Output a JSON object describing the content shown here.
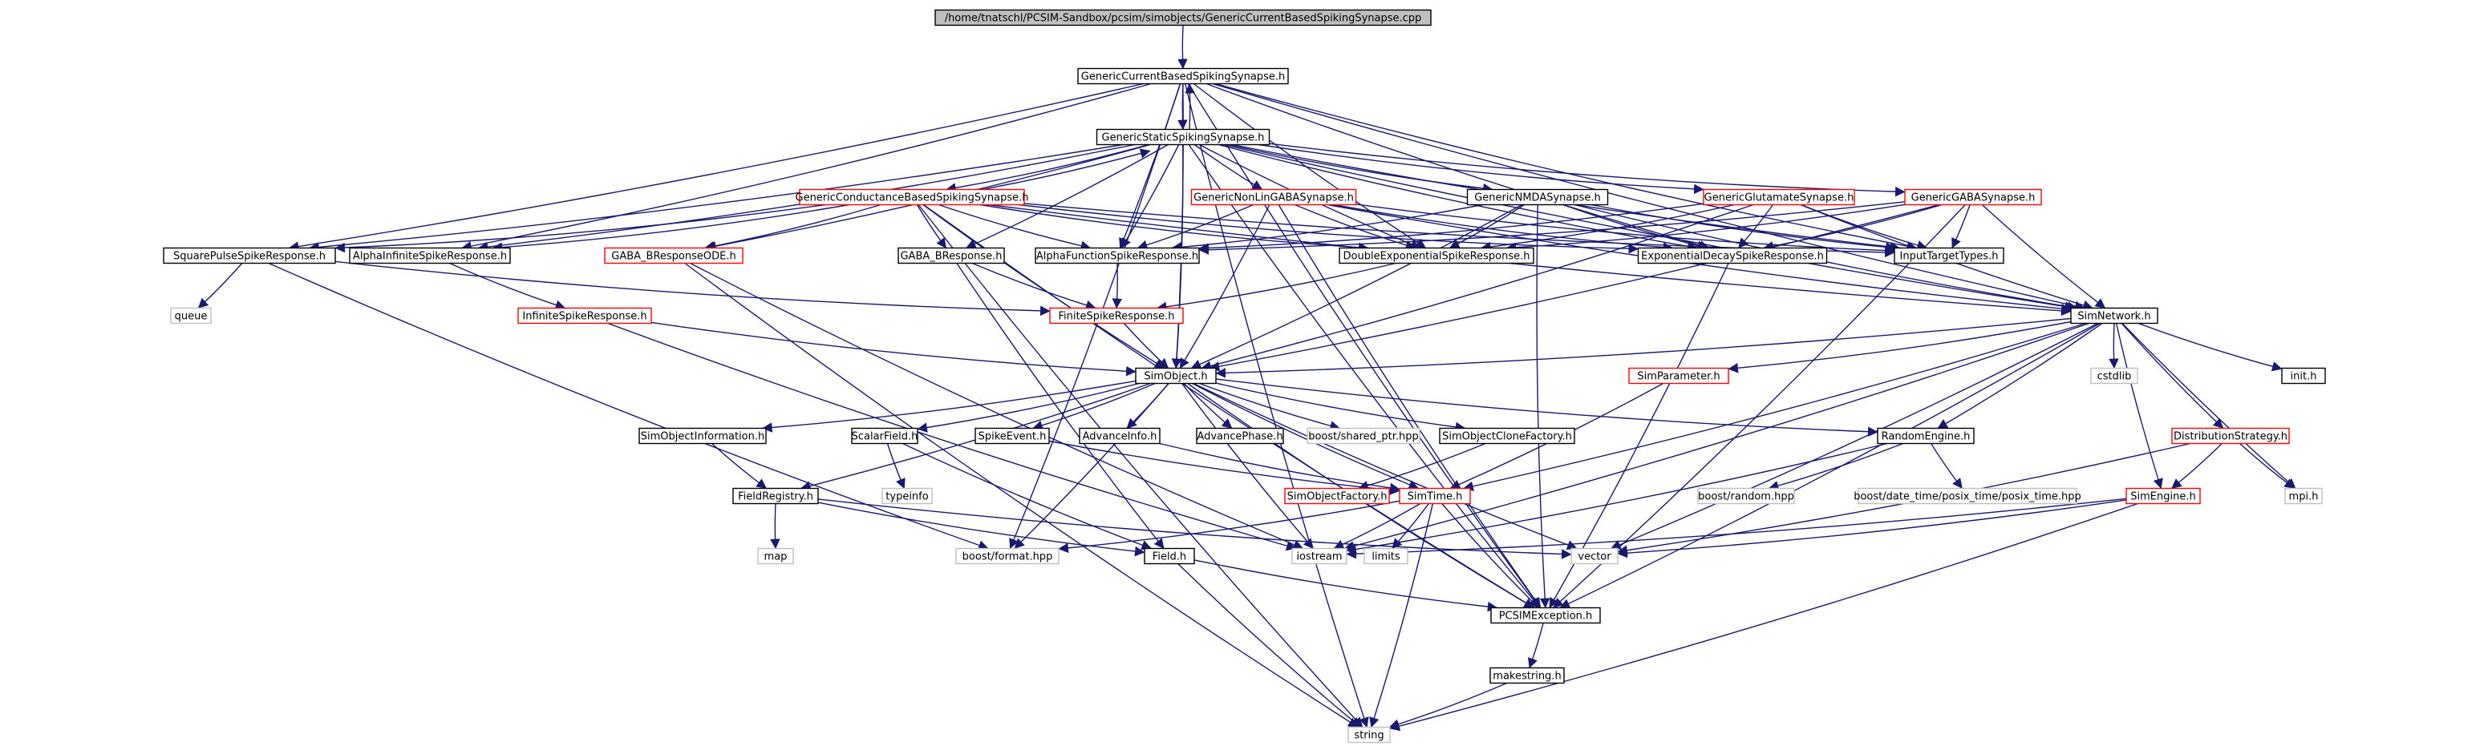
{
  "colors": {
    "edge": "#191970",
    "border_default": "#000000",
    "border_incomplete": "#ff0000",
    "border_system": "#bfbfbf",
    "root_fill": "#bfbfbf",
    "fill": "#ffffff"
  },
  "nodes": [
    {
      "id": "root",
      "label": "/home/tnatschl/PCSIM-Sandbox/pcsim/simobjects/GenericCurrentBasedSpikingSynapse.cpp",
      "style": "root"
    },
    {
      "id": "gcbss",
      "label": "GenericCurrentBasedSpikingSynapse.h",
      "style": "default"
    },
    {
      "id": "gsss",
      "label": "GenericStaticSpikingSynapse.h",
      "style": "default"
    },
    {
      "id": "gconduct",
      "label": "GenericConductanceBasedSpikingSynapse.h",
      "style": "incomplete"
    },
    {
      "id": "gnonlin",
      "label": "GenericNonLinGABASynapse.h",
      "style": "incomplete"
    },
    {
      "id": "gnmda",
      "label": "GenericNMDASynapse.h",
      "style": "default"
    },
    {
      "id": "gglut",
      "label": "GenericGlutamateSynapse.h",
      "style": "incomplete"
    },
    {
      "id": "ggaba",
      "label": "GenericGABASynapse.h",
      "style": "incomplete"
    },
    {
      "id": "square",
      "label": "SquarePulseSpikeResponse.h",
      "style": "default"
    },
    {
      "id": "alphainf",
      "label": "AlphaInfiniteSpikeResponse.h",
      "style": "default"
    },
    {
      "id": "gabaode",
      "label": "GABA_BResponseODE.h",
      "style": "incomplete"
    },
    {
      "id": "gabab",
      "label": "GABA_BResponse.h",
      "style": "default"
    },
    {
      "id": "alphafn",
      "label": "AlphaFunctionSpikeResponse.h",
      "style": "default"
    },
    {
      "id": "dblexp",
      "label": "DoubleExponentialSpikeResponse.h",
      "style": "default"
    },
    {
      "id": "expdec",
      "label": "ExponentialDecaySpikeResponse.h",
      "style": "default"
    },
    {
      "id": "inputtt",
      "label": "InputTargetTypes.h",
      "style": "default"
    },
    {
      "id": "queue",
      "label": "queue",
      "style": "system"
    },
    {
      "id": "infinite",
      "label": "InfiniteSpikeResponse.h",
      "style": "incomplete"
    },
    {
      "id": "finite",
      "label": "FiniteSpikeResponse.h",
      "style": "incomplete"
    },
    {
      "id": "simnetwork",
      "label": "SimNetwork.h",
      "style": "default"
    },
    {
      "id": "simobject",
      "label": "SimObject.h",
      "style": "default"
    },
    {
      "id": "simparam",
      "label": "SimParameter.h",
      "style": "incomplete"
    },
    {
      "id": "cstdlib",
      "label": "cstdlib",
      "style": "system"
    },
    {
      "id": "init",
      "label": "init.h",
      "style": "default"
    },
    {
      "id": "simobjinfo",
      "label": "SimObjectInformation.h",
      "style": "default"
    },
    {
      "id": "scalarfield",
      "label": "ScalarField.h",
      "style": "default"
    },
    {
      "id": "spikeevent",
      "label": "SpikeEvent.h",
      "style": "default"
    },
    {
      "id": "advinfo",
      "label": "AdvanceInfo.h",
      "style": "default"
    },
    {
      "id": "advphase",
      "label": "AdvancePhase.h",
      "style": "default"
    },
    {
      "id": "sharedptr",
      "label": "boost/shared_ptr.hpp",
      "style": "system"
    },
    {
      "id": "clonefactory",
      "label": "SimObjectCloneFactory.h",
      "style": "default"
    },
    {
      "id": "randengine",
      "label": "RandomEngine.h",
      "style": "default"
    },
    {
      "id": "diststrat",
      "label": "DistributionStrategy.h",
      "style": "incomplete"
    },
    {
      "id": "typeinfo",
      "label": "typeinfo",
      "style": "system"
    },
    {
      "id": "fieldreg",
      "label": "FieldRegistry.h",
      "style": "default"
    },
    {
      "id": "simobjfactory",
      "label": "SimObjectFactory.h",
      "style": "incomplete"
    },
    {
      "id": "simtime",
      "label": "SimTime.h",
      "style": "incomplete"
    },
    {
      "id": "boostrandom",
      "label": "boost/random.hpp",
      "style": "system"
    },
    {
      "id": "posixtime",
      "label": "boost/date_time/posix_time/posix_time.hpp",
      "style": "system"
    },
    {
      "id": "simengine",
      "label": "SimEngine.h",
      "style": "incomplete"
    },
    {
      "id": "mpi",
      "label": "mpi.h",
      "style": "system"
    },
    {
      "id": "map",
      "label": "map",
      "style": "system"
    },
    {
      "id": "boostformat",
      "label": "boost/format.hpp",
      "style": "system"
    },
    {
      "id": "field",
      "label": "Field.h",
      "style": "default"
    },
    {
      "id": "iostream",
      "label": "iostream",
      "style": "system"
    },
    {
      "id": "limits",
      "label": "limits",
      "style": "system"
    },
    {
      "id": "vector",
      "label": "vector",
      "style": "system"
    },
    {
      "id": "pcsimexc",
      "label": "PCSIMException.h",
      "style": "default"
    },
    {
      "id": "makestring",
      "label": "makestring.h",
      "style": "default"
    },
    {
      "id": "string",
      "label": "string",
      "style": "system"
    }
  ],
  "edges": [
    [
      "root",
      "gcbss"
    ],
    [
      "gcbss",
      "gsss"
    ],
    [
      "gsss",
      "gcbss"
    ],
    [
      "gcbss",
      "square"
    ],
    [
      "gcbss",
      "alphainf"
    ],
    [
      "gcbss",
      "alphafn"
    ],
    [
      "gcbss",
      "dblexp"
    ],
    [
      "gcbss",
      "expdec"
    ],
    [
      "gcbss",
      "inputtt"
    ],
    [
      "gcbss",
      "simnetwork"
    ],
    [
      "gcbss",
      "simobject"
    ],
    [
      "gcbss",
      "pcsimexc"
    ],
    [
      "gcbss",
      "string"
    ],
    [
      "gcbss",
      "boostformat"
    ],
    [
      "gsss",
      "gconduct"
    ],
    [
      "gsss",
      "gnonlin"
    ],
    [
      "gsss",
      "gnmda"
    ],
    [
      "gsss",
      "gglut"
    ],
    [
      "gsss",
      "ggaba"
    ],
    [
      "gsss",
      "alphainf"
    ],
    [
      "gsss",
      "gabaode"
    ],
    [
      "gsss",
      "gabab"
    ],
    [
      "gsss",
      "alphafn"
    ],
    [
      "gsss",
      "dblexp"
    ],
    [
      "gsss",
      "expdec"
    ],
    [
      "gsss",
      "square"
    ],
    [
      "gsss",
      "inputtt"
    ],
    [
      "gsss",
      "simnetwork"
    ],
    [
      "gsss",
      "simobject"
    ],
    [
      "gsss",
      "pcsimexc"
    ],
    [
      "gconduct",
      "gsss"
    ],
    [
      "gconduct",
      "square"
    ],
    [
      "gconduct",
      "alphainf"
    ],
    [
      "gconduct",
      "gabaode"
    ],
    [
      "gconduct",
      "gabab"
    ],
    [
      "gconduct",
      "alphafn"
    ],
    [
      "gconduct",
      "dblexp"
    ],
    [
      "gconduct",
      "expdec"
    ],
    [
      "gconduct",
      "inputtt"
    ],
    [
      "gconduct",
      "simnetwork"
    ],
    [
      "gconduct",
      "simobject"
    ],
    [
      "gconduct",
      "pcsimexc"
    ],
    [
      "gconduct",
      "string"
    ],
    [
      "gnonlin",
      "alphafn"
    ],
    [
      "gnonlin",
      "dblexp"
    ],
    [
      "gnonlin",
      "expdec"
    ],
    [
      "gnonlin",
      "inputtt"
    ],
    [
      "gnonlin",
      "simnetwork"
    ],
    [
      "gnonlin",
      "simobject"
    ],
    [
      "gnonlin",
      "pcsimexc"
    ],
    [
      "gnmda",
      "alphafn"
    ],
    [
      "gnmda",
      "dblexp"
    ],
    [
      "gnmda",
      "expdec"
    ],
    [
      "gnmda",
      "inputtt"
    ],
    [
      "gnmda",
      "simnetwork"
    ],
    [
      "gnmda",
      "simobject"
    ],
    [
      "gnmda",
      "pcsimexc"
    ],
    [
      "gglut",
      "alphafn"
    ],
    [
      "gglut",
      "dblexp"
    ],
    [
      "gglut",
      "expdec"
    ],
    [
      "gglut",
      "inputtt"
    ],
    [
      "gglut",
      "simnetwork"
    ],
    [
      "gglut",
      "simobject"
    ],
    [
      "ggaba",
      "alphafn"
    ],
    [
      "ggaba",
      "dblexp"
    ],
    [
      "ggaba",
      "expdec"
    ],
    [
      "ggaba",
      "inputtt"
    ],
    [
      "ggaba",
      "simnetwork"
    ],
    [
      "ggaba",
      "simobject"
    ],
    [
      "ggaba",
      "pcsimexc"
    ],
    [
      "square",
      "queue"
    ],
    [
      "square",
      "finite"
    ],
    [
      "square",
      "boostformat"
    ],
    [
      "alphainf",
      "infinite"
    ],
    [
      "gabaode",
      "iostream"
    ],
    [
      "gabaode",
      "string"
    ],
    [
      "gabab",
      "finite"
    ],
    [
      "gabab",
      "field"
    ],
    [
      "alphafn",
      "finite"
    ],
    [
      "dblexp",
      "finite"
    ],
    [
      "expdec",
      "pcsimexc"
    ],
    [
      "infinite",
      "simobject"
    ],
    [
      "infinite",
      "iostream"
    ],
    [
      "finite",
      "simobject"
    ],
    [
      "simnetwork",
      "simobject"
    ],
    [
      "simnetwork",
      "simparam"
    ],
    [
      "simnetwork",
      "cstdlib"
    ],
    [
      "simnetwork",
      "init"
    ],
    [
      "simnetwork",
      "randengine"
    ],
    [
      "simnetwork",
      "diststrat"
    ],
    [
      "simnetwork",
      "simengine"
    ],
    [
      "simnetwork",
      "simtime"
    ],
    [
      "simnetwork",
      "iostream"
    ],
    [
      "simnetwork",
      "vector"
    ],
    [
      "simnetwork",
      "mpi"
    ],
    [
      "simnetwork",
      "pcsimexc"
    ],
    [
      "simparam",
      "simtime"
    ],
    [
      "simobject",
      "simobjinfo"
    ],
    [
      "simobject",
      "scalarfield"
    ],
    [
      "simobject",
      "spikeevent"
    ],
    [
      "simobject",
      "advinfo"
    ],
    [
      "simobject",
      "advphase"
    ],
    [
      "simobject",
      "sharedptr"
    ],
    [
      "simobject",
      "clonefactory"
    ],
    [
      "simobject",
      "randengine"
    ],
    [
      "simobject",
      "fieldreg"
    ],
    [
      "simobject",
      "simtime"
    ],
    [
      "simobject",
      "iostream"
    ],
    [
      "simobject",
      "vector"
    ],
    [
      "simobject",
      "pcsimexc"
    ],
    [
      "simobject",
      "boostformat"
    ],
    [
      "simobjinfo",
      "fieldreg"
    ],
    [
      "scalarfield",
      "typeinfo"
    ],
    [
      "scalarfield",
      "field"
    ],
    [
      "spikeevent",
      "simtime"
    ],
    [
      "advinfo",
      "simtime"
    ],
    [
      "clonefactory",
      "simobjfactory"
    ],
    [
      "randengine",
      "boostrandom"
    ],
    [
      "randengine",
      "posixtime"
    ],
    [
      "randengine",
      "iostream"
    ],
    [
      "diststrat",
      "simengine"
    ],
    [
      "diststrat",
      "mpi"
    ],
    [
      "diststrat",
      "vector"
    ],
    [
      "fieldreg",
      "map"
    ],
    [
      "fieldreg",
      "field"
    ],
    [
      "fieldreg",
      "vector"
    ],
    [
      "simtime",
      "boostformat"
    ],
    [
      "simtime",
      "iostream"
    ],
    [
      "simtime",
      "limits"
    ],
    [
      "simtime",
      "string"
    ],
    [
      "simtime",
      "pcsimexc"
    ],
    [
      "simengine",
      "iostream"
    ],
    [
      "simengine",
      "vector"
    ],
    [
      "simengine",
      "string"
    ],
    [
      "field",
      "pcsimexc"
    ],
    [
      "field",
      "string"
    ],
    [
      "pcsimexc",
      "makestring"
    ],
    [
      "makestring",
      "string"
    ]
  ]
}
